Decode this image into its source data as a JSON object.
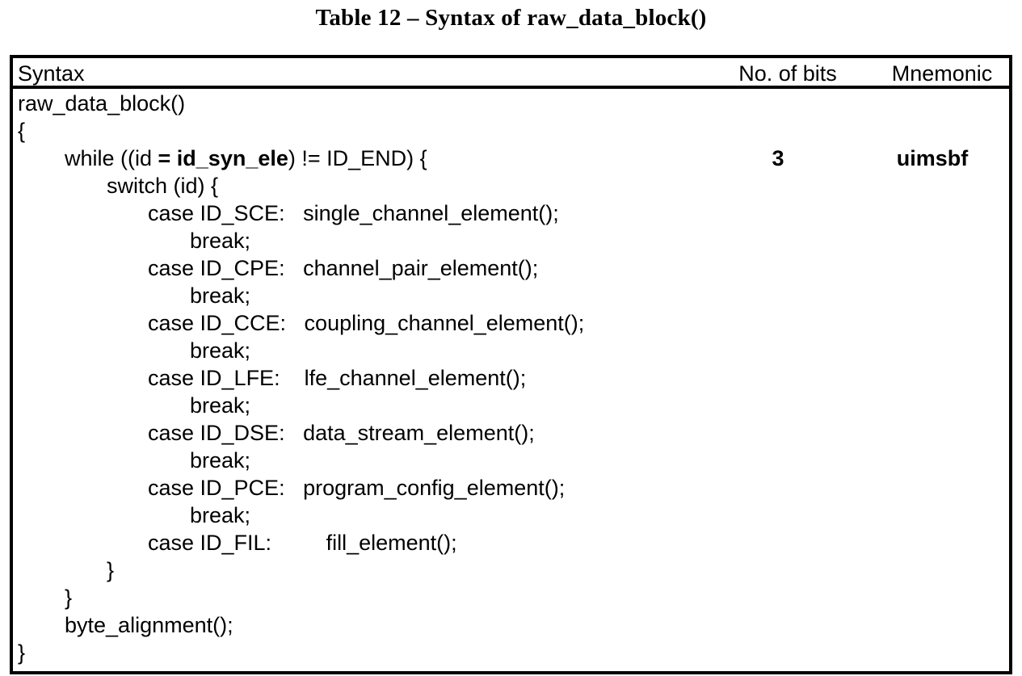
{
  "caption": "Table 12 – Syntax of raw_data_block()",
  "table": {
    "headers": {
      "syntax": "Syntax",
      "bits": "No. of bits",
      "mnemonic": "Mnemonic"
    },
    "rows": [
      {
        "indent": 0,
        "segments": [
          {
            "text": "raw_data_block()",
            "bold": false
          }
        ],
        "bits": "",
        "mnemonic": ""
      },
      {
        "indent": 0,
        "segments": [
          {
            "text": "{",
            "bold": false
          }
        ],
        "bits": "",
        "mnemonic": ""
      },
      {
        "indent": 1,
        "segments": [
          {
            "text": "while ((id ",
            "bold": false
          },
          {
            "text": "= id_syn_ele",
            "bold": true
          },
          {
            "text": ") != ID_END) {",
            "bold": false
          }
        ],
        "bits": "3",
        "mnemonic": "uimsbf"
      },
      {
        "indent": 2,
        "segments": [
          {
            "text": "switch (id) {",
            "bold": false
          }
        ],
        "bits": "",
        "mnemonic": ""
      },
      {
        "indent": 3,
        "segments": [
          {
            "text": "case ID_SCE:   single_channel_element();",
            "bold": false
          }
        ],
        "bits": "",
        "mnemonic": ""
      },
      {
        "indent": 4,
        "segments": [
          {
            "text": "break;",
            "bold": false
          }
        ],
        "bits": "",
        "mnemonic": ""
      },
      {
        "indent": 3,
        "segments": [
          {
            "text": "case ID_CPE:   channel_pair_element();",
            "bold": false
          }
        ],
        "bits": "",
        "mnemonic": ""
      },
      {
        "indent": 4,
        "segments": [
          {
            "text": "break;",
            "bold": false
          }
        ],
        "bits": "",
        "mnemonic": ""
      },
      {
        "indent": 3,
        "segments": [
          {
            "text": "case ID_CCE:   coupling_channel_element();",
            "bold": false
          }
        ],
        "bits": "",
        "mnemonic": ""
      },
      {
        "indent": 4,
        "segments": [
          {
            "text": "break;",
            "bold": false
          }
        ],
        "bits": "",
        "mnemonic": ""
      },
      {
        "indent": 3,
        "segments": [
          {
            "text": "case ID_LFE:    lfe_channel_element();",
            "bold": false
          }
        ],
        "bits": "",
        "mnemonic": ""
      },
      {
        "indent": 4,
        "segments": [
          {
            "text": "break;",
            "bold": false
          }
        ],
        "bits": "",
        "mnemonic": ""
      },
      {
        "indent": 3,
        "segments": [
          {
            "text": "case ID_DSE:   data_stream_element();",
            "bold": false
          }
        ],
        "bits": "",
        "mnemonic": ""
      },
      {
        "indent": 4,
        "segments": [
          {
            "text": "break;",
            "bold": false
          }
        ],
        "bits": "",
        "mnemonic": ""
      },
      {
        "indent": 3,
        "segments": [
          {
            "text": "case ID_PCE:   program_config_element();",
            "bold": false
          }
        ],
        "bits": "",
        "mnemonic": ""
      },
      {
        "indent": 4,
        "segments": [
          {
            "text": "break;",
            "bold": false
          }
        ],
        "bits": "",
        "mnemonic": ""
      },
      {
        "indent": 3,
        "segments": [
          {
            "text": "case ID_FIL:         fill_element();",
            "bold": false
          }
        ],
        "bits": "",
        "mnemonic": ""
      },
      {
        "indent": 2,
        "segments": [
          {
            "text": "}",
            "bold": false
          }
        ],
        "bits": "",
        "mnemonic": ""
      },
      {
        "indent": 1,
        "segments": [
          {
            "text": "}",
            "bold": false
          }
        ],
        "bits": "",
        "mnemonic": ""
      },
      {
        "indent": 1,
        "segments": [
          {
            "text": "byte_alignment();",
            "bold": false
          }
        ],
        "bits": "",
        "mnemonic": ""
      },
      {
        "indent": 0,
        "segments": [
          {
            "text": "}",
            "bold": false
          }
        ],
        "bits": "",
        "mnemonic": ""
      }
    ]
  }
}
